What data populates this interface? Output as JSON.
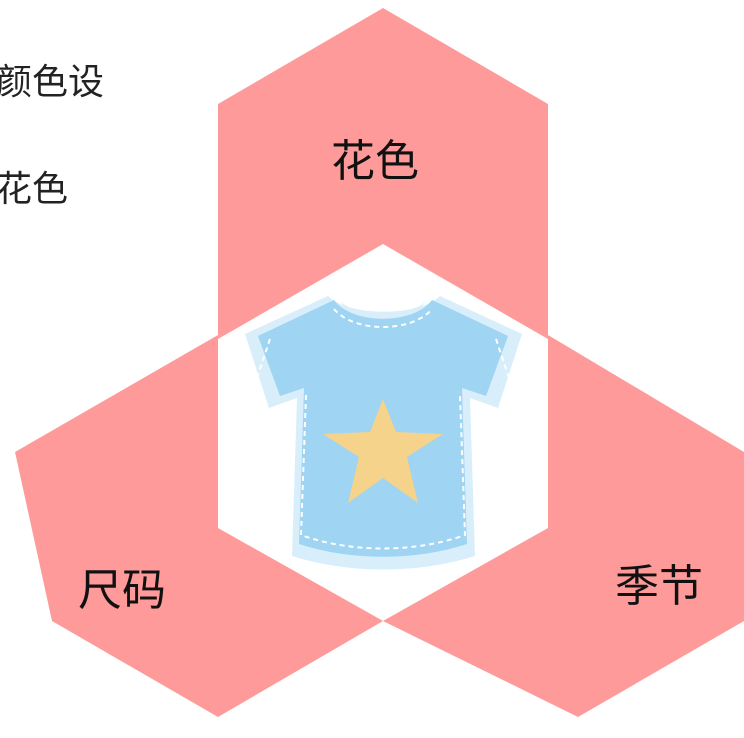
{
  "side_text": {
    "line1": "颜色设",
    "line2": "花色"
  },
  "hexagons": {
    "top_label": "花色",
    "left_label": "尺码",
    "right_label": "季节"
  },
  "colors": {
    "hex_fill": "#ff9a9a",
    "shirt_main": "#9fd4f2",
    "shirt_light": "#d8eefb",
    "star": "#f5d38a"
  },
  "icons": {
    "center": "tshirt-icon",
    "star": "star-icon"
  }
}
